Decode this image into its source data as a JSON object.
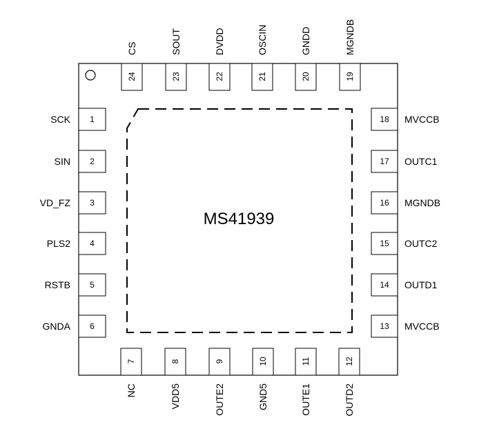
{
  "chip": {
    "name": "MS41939"
  },
  "pins": {
    "left": [
      {
        "num": "1",
        "label": "SCK"
      },
      {
        "num": "2",
        "label": "SIN"
      },
      {
        "num": "3",
        "label": "VD_FZ"
      },
      {
        "num": "4",
        "label": "PLS2"
      },
      {
        "num": "5",
        "label": "RSTB"
      },
      {
        "num": "6",
        "label": "GNDA"
      }
    ],
    "bottom": [
      {
        "num": "7",
        "label": "NC"
      },
      {
        "num": "8",
        "label": "VDD5"
      },
      {
        "num": "9",
        "label": "OUTE2"
      },
      {
        "num": "10",
        "label": "GND5"
      },
      {
        "num": "11",
        "label": "OUTE1"
      },
      {
        "num": "12",
        "label": "OUTD2"
      }
    ],
    "right": [
      {
        "num": "13",
        "label": "MVCCB"
      },
      {
        "num": "14",
        "label": "OUTD1"
      },
      {
        "num": "15",
        "label": "OUTC2"
      },
      {
        "num": "16",
        "label": "MGNDB"
      },
      {
        "num": "17",
        "label": "OUTC1"
      },
      {
        "num": "18",
        "label": "MVCCB"
      }
    ],
    "top": [
      {
        "num": "19",
        "label": "MGNDB"
      },
      {
        "num": "20",
        "label": "GNDD"
      },
      {
        "num": "21",
        "label": "OSCIN"
      },
      {
        "num": "22",
        "label": "DVDD"
      },
      {
        "num": "23",
        "label": "SOUT"
      },
      {
        "num": "24",
        "label": "CS"
      }
    ]
  }
}
